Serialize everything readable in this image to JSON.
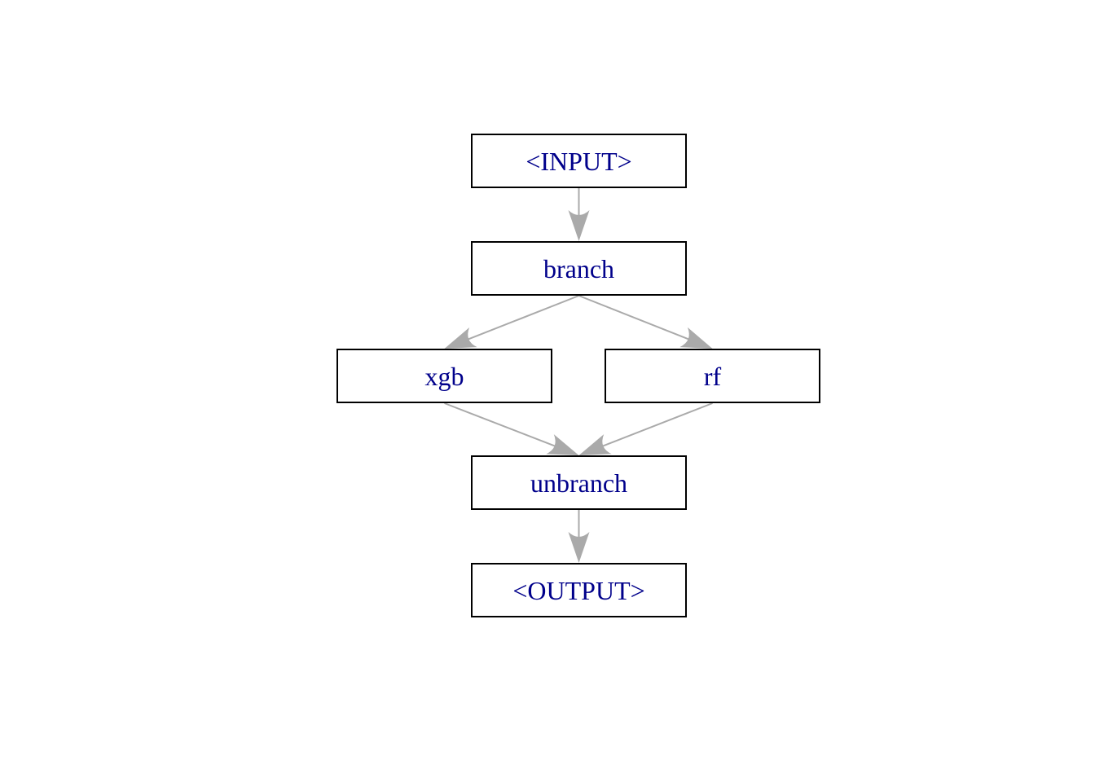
{
  "diagram": {
    "nodes": [
      {
        "id": "input",
        "label": "<INPUT>"
      },
      {
        "id": "branch",
        "label": "branch"
      },
      {
        "id": "xgb",
        "label": "xgb"
      },
      {
        "id": "rf",
        "label": "rf"
      },
      {
        "id": "unbranch",
        "label": "unbranch"
      },
      {
        "id": "output",
        "label": "<OUTPUT>"
      }
    ],
    "edges": [
      {
        "from": "input",
        "to": "branch"
      },
      {
        "from": "branch",
        "to": "xgb"
      },
      {
        "from": "branch",
        "to": "rf"
      },
      {
        "from": "xgb",
        "to": "unbranch"
      },
      {
        "from": "rf",
        "to": "unbranch"
      },
      {
        "from": "unbranch",
        "to": "output"
      }
    ],
    "colors": {
      "edge": "#aaaaaa",
      "node_border": "#000000",
      "node_text": "#00008b",
      "background": "#ffffff"
    }
  }
}
